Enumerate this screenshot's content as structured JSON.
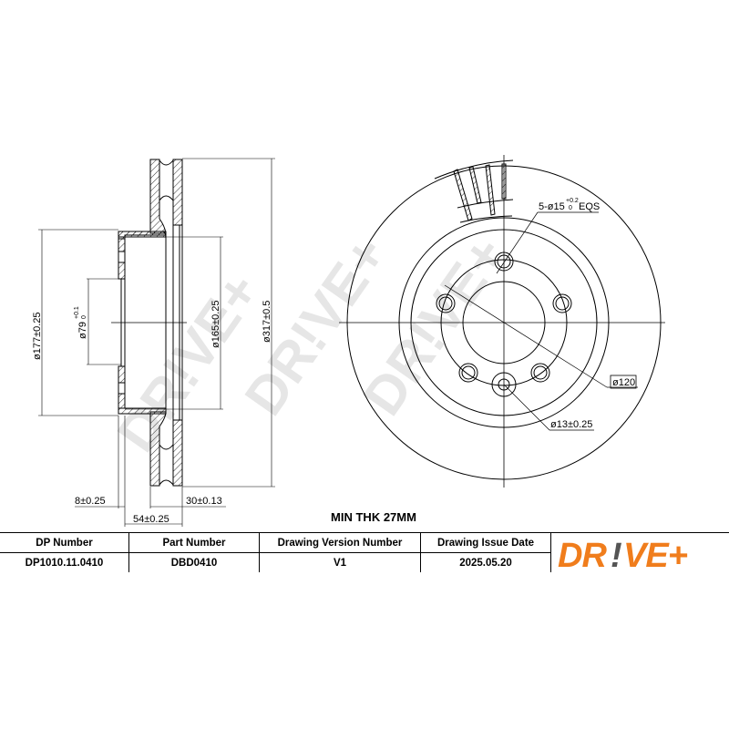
{
  "brand": {
    "name": "DR!VE+",
    "primary_color": "#f07d1c",
    "accent_color": "#555555",
    "watermark_text": "DR!VE+"
  },
  "side_view": {
    "dims": {
      "hub_outer_dia": "ø177±0.25",
      "center_bore": "ø79",
      "center_bore_tol_upper": "+0.1",
      "center_bore_tol_lower": "0",
      "hat_inner_dia": "ø165±0.25",
      "outer_dia": "ø317±0.5",
      "hat_thickness": "8±0.25",
      "total_height": "54±0.25",
      "disc_thickness": "30±0.13"
    }
  },
  "front_view": {
    "dims": {
      "bolt_holes": "5-ø15",
      "bolt_holes_tol_upper": "+0.2",
      "bolt_holes_tol_lower": "0",
      "bolt_holes_suffix": "EQS",
      "pcd": "ø120",
      "center_hole": "ø13±0.25"
    }
  },
  "min_thickness": "MIN THK 27MM",
  "info_table": {
    "headers": [
      "DP Number",
      "Part Number",
      "Drawing Version Number",
      "Drawing Issue Date"
    ],
    "values": [
      "DP1010.11.0410",
      "DBD0410",
      "V1",
      "2025.05.20"
    ]
  }
}
